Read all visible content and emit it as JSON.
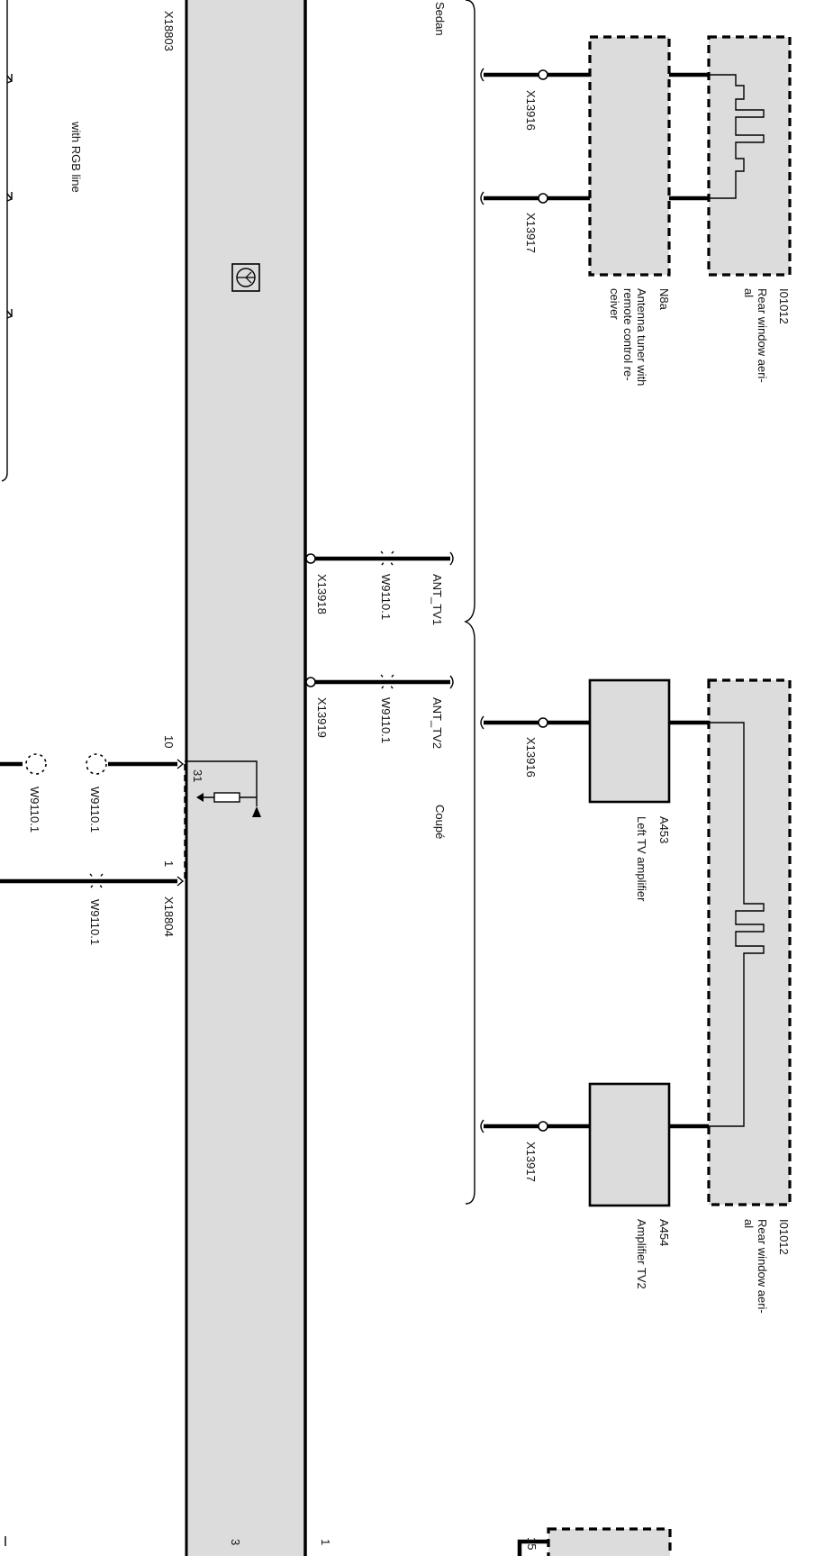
{
  "labels": {
    "sedan": "Sedan",
    "coupe": "Coupé",
    "with_rgb": "with RGB line",
    "x18803": "X18803",
    "x18804": "X18804",
    "x13916_a": "X13916",
    "x13917_a": "X13917",
    "x13918": "X13918",
    "x13919": "X13919",
    "x13916_b": "X13916",
    "x13917_b": "X13917",
    "ant_tv1": "ANT_TV1",
    "ant_tv2": "ANT_TV2",
    "w9110_a": "W9110.1",
    "w9110_b": "W9110.1",
    "w9110_c": "W9110.1",
    "w9110_d": "W9110.1",
    "w9110_e": "W9110.1",
    "pin_10": "10",
    "pin_1": "1",
    "pin_31": "31",
    "edge_3": "3",
    "edge_1": "1",
    "edge_15": "15"
  },
  "components": {
    "i01012_a": {
      "id": "I01012",
      "name_1": "Rear window aeri-",
      "name_2": "al"
    },
    "n8a": {
      "id": "N8a",
      "name_1": "Antenna tuner with",
      "name_2": "remote control re-",
      "name_3": "ceiver"
    },
    "a453": {
      "id": "A453",
      "name_1": "Left TV amplifier"
    },
    "i01012_b": {
      "id": "I01012",
      "name_1": "Rear window aeri-",
      "name_2": "al"
    },
    "a454": {
      "id": "A454",
      "name_1": "Amplifier TV2"
    }
  },
  "icons": {
    "control_unit": "control-unit-symbol",
    "ground": "ground-arrow",
    "resistor": "resistor-symbol"
  },
  "colors": {
    "module_fill": "#dcdcdc",
    "line": "#000000",
    "background": "#ffffff"
  }
}
